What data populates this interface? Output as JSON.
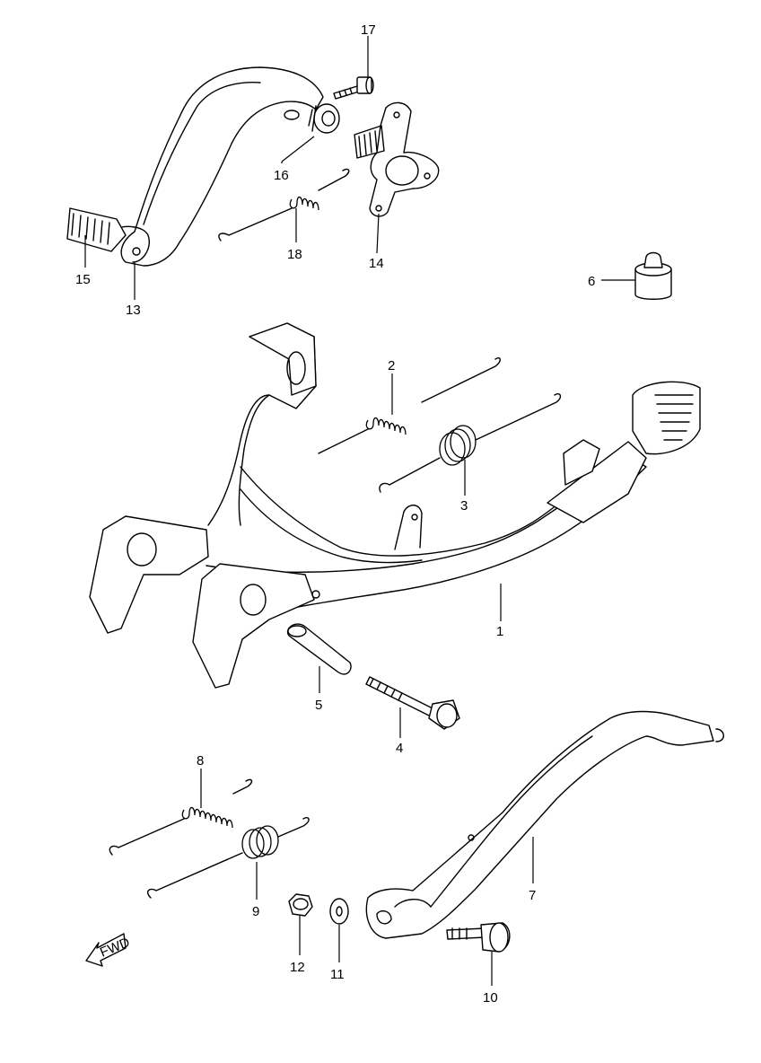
{
  "parts": [
    {
      "id": "p1",
      "label": "1"
    },
    {
      "id": "p2",
      "label": "2"
    },
    {
      "id": "p3",
      "label": "3"
    },
    {
      "id": "p4",
      "label": "4"
    },
    {
      "id": "p5",
      "label": "5"
    },
    {
      "id": "p6",
      "label": "6"
    },
    {
      "id": "p7",
      "label": "7"
    },
    {
      "id": "p8",
      "label": "8"
    },
    {
      "id": "p9",
      "label": "9"
    },
    {
      "id": "p10",
      "label": "10"
    },
    {
      "id": "p11",
      "label": "11"
    },
    {
      "id": "p12",
      "label": "12"
    },
    {
      "id": "p13",
      "label": "13"
    },
    {
      "id": "p14",
      "label": "14"
    },
    {
      "id": "p15",
      "label": "15"
    },
    {
      "id": "p16",
      "label": "16"
    },
    {
      "id": "p17",
      "label": "17"
    },
    {
      "id": "p18",
      "label": "18"
    }
  ],
  "direction_marker": {
    "label": "FWD",
    "icon": "forward-arrow-icon"
  }
}
